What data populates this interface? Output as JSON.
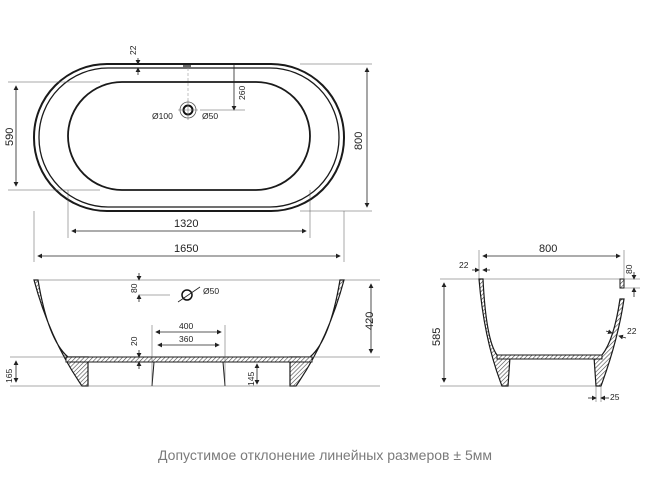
{
  "top_view": {
    "dims": {
      "rim_thickness": "22",
      "drain_offset": "260",
      "drain_outer_diameter": "Ø100",
      "drain_inner_diameter": "Ø50",
      "inner_width": "590",
      "outer_width": "800",
      "inner_length": "1320",
      "outer_length": "1650"
    }
  },
  "front_section": {
    "dims": {
      "overflow_offset": "80",
      "overflow_diameter": "Ø50",
      "depth": "420",
      "plinth_outer": "400",
      "plinth_inner": "360",
      "bottom_thickness": "20",
      "base_height": "165",
      "foot_height": "145"
    }
  },
  "side_section": {
    "dims": {
      "width": "800",
      "rim_thickness": "22",
      "overflow_offset": "80",
      "total_height": "585",
      "wall_thickness": "22",
      "foot_width": "25"
    }
  },
  "footer": {
    "note": "Допустимое отклонение линейных размеров ± 5мм"
  },
  "colors": {
    "line": "#1a1a1a",
    "dim_line": "#333333",
    "note": "#7a7a7a"
  }
}
